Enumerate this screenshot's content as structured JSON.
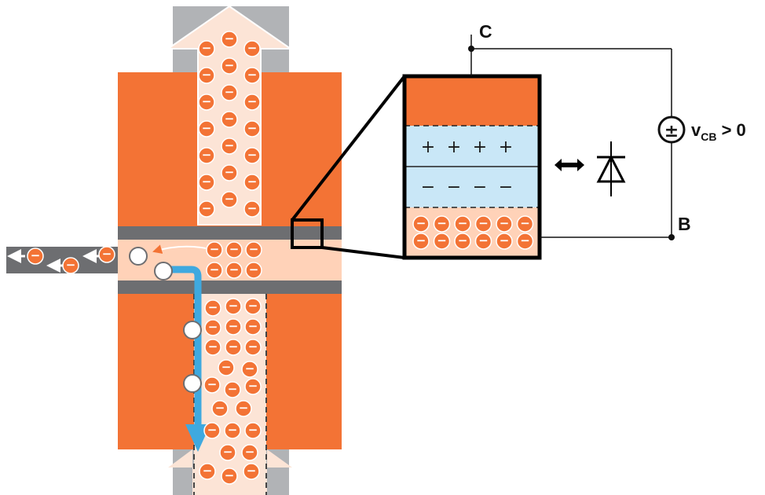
{
  "colors": {
    "n_region": "#F37335",
    "depletion": "#FFD2B8",
    "oxide": "#6D6E71",
    "gray_column": "#B1B3B6",
    "arrow_fill": "#FCE4D6",
    "space_charge": "#C9E7F7",
    "current_arrow": "#3FA9DF",
    "wire": "#111111"
  },
  "icons": {
    "electron": "minus-circle",
    "hole": "empty-circle",
    "voltage_source": "plus-minus-source",
    "equivalence": "double-headed-arrow",
    "diode": "diode-symbol"
  },
  "labels": {
    "collector": "C",
    "base": "B",
    "vcb_main": "v",
    "vcb_sub": "CB",
    "vcb_cond": " > 0",
    "electron_sign": "−",
    "plus_sign": "+",
    "minus_sign": "−",
    "source_sign": "±"
  }
}
